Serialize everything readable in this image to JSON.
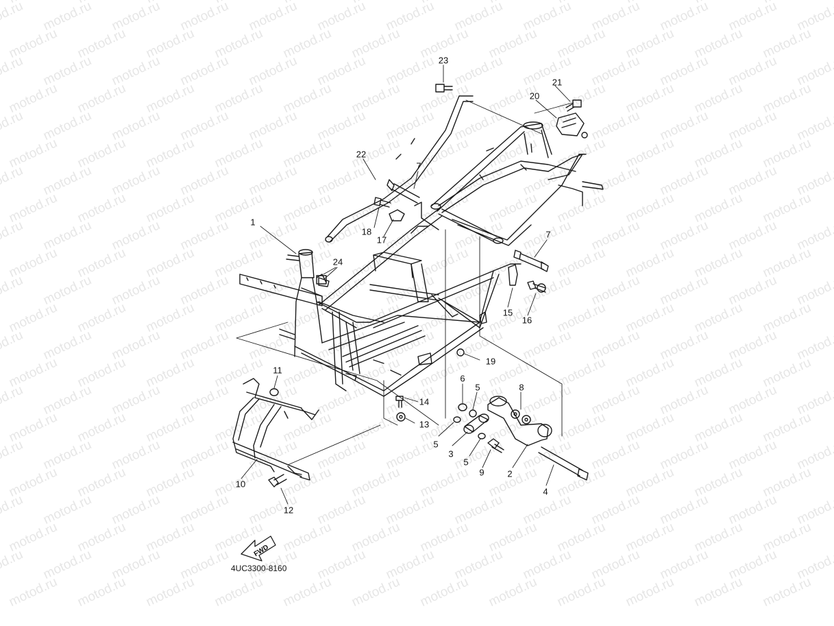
{
  "watermark": {
    "text": "motod.ru",
    "color": "#e6e6e6"
  },
  "diagram": {
    "caption": "4UC3300-8160",
    "fwd_label": "FWD",
    "line_color": "#1a1a1a",
    "callouts": [
      "23",
      "21",
      "20",
      "22",
      "7",
      "18",
      "17",
      "1",
      "24",
      "7",
      "15",
      "16",
      "19",
      "11",
      "14",
      "13",
      "6",
      "5",
      "8",
      "5",
      "3",
      "5",
      "9",
      "2",
      "4",
      "10",
      "12"
    ]
  }
}
